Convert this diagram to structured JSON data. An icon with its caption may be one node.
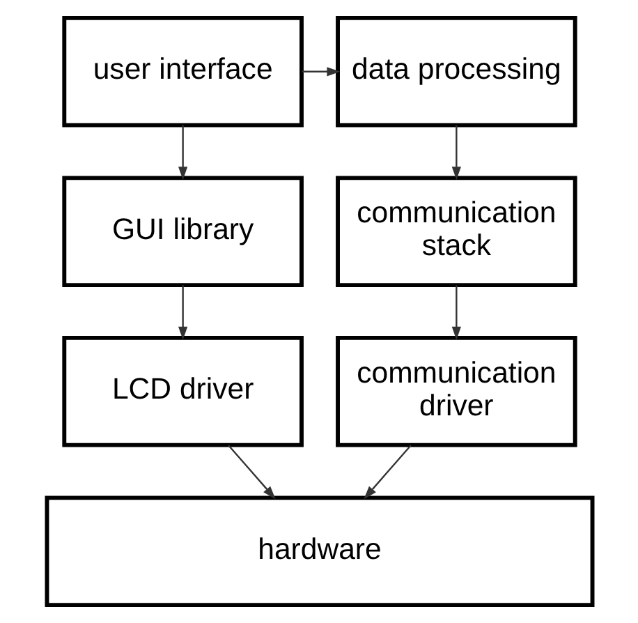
{
  "diagram": {
    "nodes": [
      {
        "text": [
          "user interface"
        ]
      },
      {
        "text": [
          "data processing"
        ]
      },
      {
        "text": [
          "GUI library"
        ]
      },
      {
        "text": [
          "communication stack"
        ]
      },
      {
        "text": [
          "LCD driver"
        ]
      },
      {
        "text": [
          "communication driver"
        ]
      },
      {
        "text": [
          "hardware"
        ]
      }
    ],
    "edges": [
      {
        "from": 0,
        "to": 1,
        "arrow": "to"
      },
      {
        "from": 0,
        "to": 2,
        "arrow": "to"
      },
      {
        "from": 1,
        "to": 3,
        "arrow": "to"
      },
      {
        "from": 2,
        "to": 4,
        "arrow": "to"
      },
      {
        "from": 3,
        "to": 5,
        "arrow": "to"
      },
      {
        "from": 4,
        "to": 6,
        "arrow": "to"
      },
      {
        "from": 5,
        "to": 6,
        "arrow": "to"
      }
    ]
  }
}
